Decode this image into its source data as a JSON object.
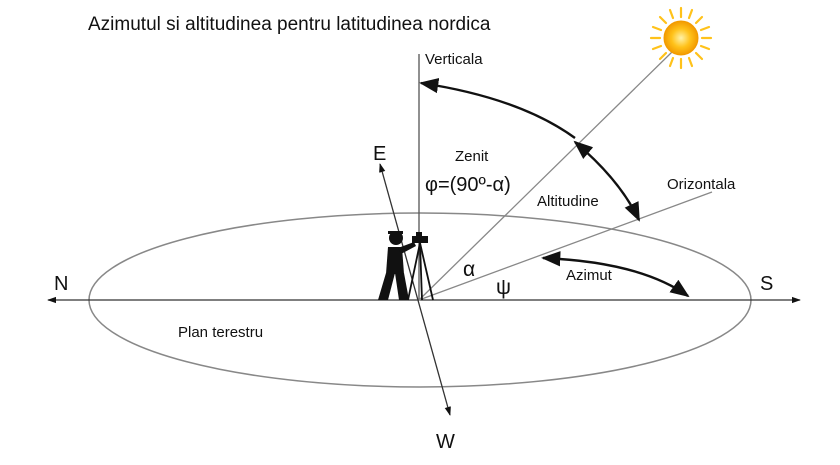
{
  "title": "Azimutul si altitudinea pentru latitudinea nordica",
  "labels": {
    "vertical": "Verticala",
    "zenith": "Zenit",
    "zenith_formula": "φ=(90º-α)",
    "altitude": "Altitudine",
    "horizontal": "Orizontala",
    "azimuth": "Azimut",
    "ground_plane": "Plan terestru",
    "alpha": "α",
    "psi": "ψ"
  },
  "directions": {
    "north": "N",
    "south": "S",
    "east": "E",
    "west": "W"
  },
  "icons": [
    "sun-icon",
    "surveyor-with-theodolite-icon"
  ],
  "colors": {
    "sun_core": "#f7b500",
    "sun_rays": "#ffc21a",
    "line": "#111111",
    "guide_line": "#888888"
  }
}
